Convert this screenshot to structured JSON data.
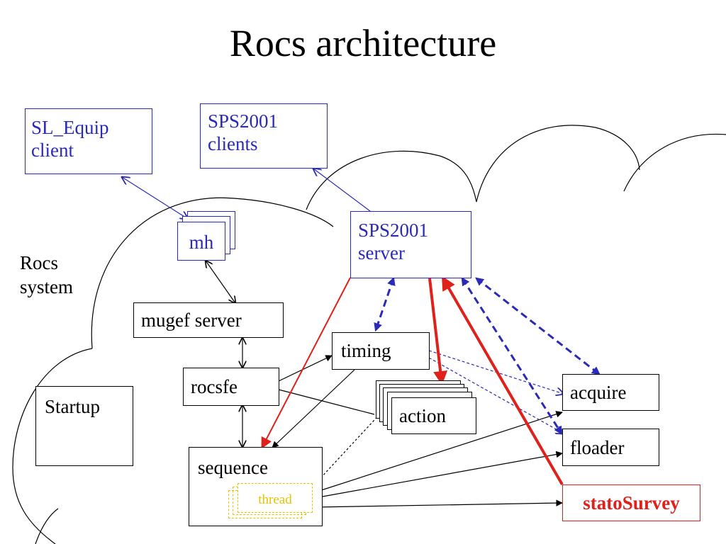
{
  "title": "Rocs architecture",
  "system_label": [
    "Rocs",
    "system"
  ],
  "nodes": {
    "sl_equip_client": [
      "SL_Equip",
      "client"
    ],
    "sps2001_clients": [
      "SPS2001",
      "clients"
    ],
    "mh": "mh",
    "sps2001_server": [
      "SPS2001",
      "server"
    ],
    "mugef_server": "mugef server",
    "timing": "timing",
    "rocsfe": "rocsfe",
    "startup": "Startup",
    "action": "action",
    "acquire": "acquire",
    "floader": "floader",
    "sequence": "sequence",
    "thread": "thread",
    "statosurvey": "statoSurvey"
  },
  "colors": {
    "blue": "#2a2ab8",
    "red": "#e0201a",
    "yellow": "#e8c400",
    "black": "#000000"
  }
}
